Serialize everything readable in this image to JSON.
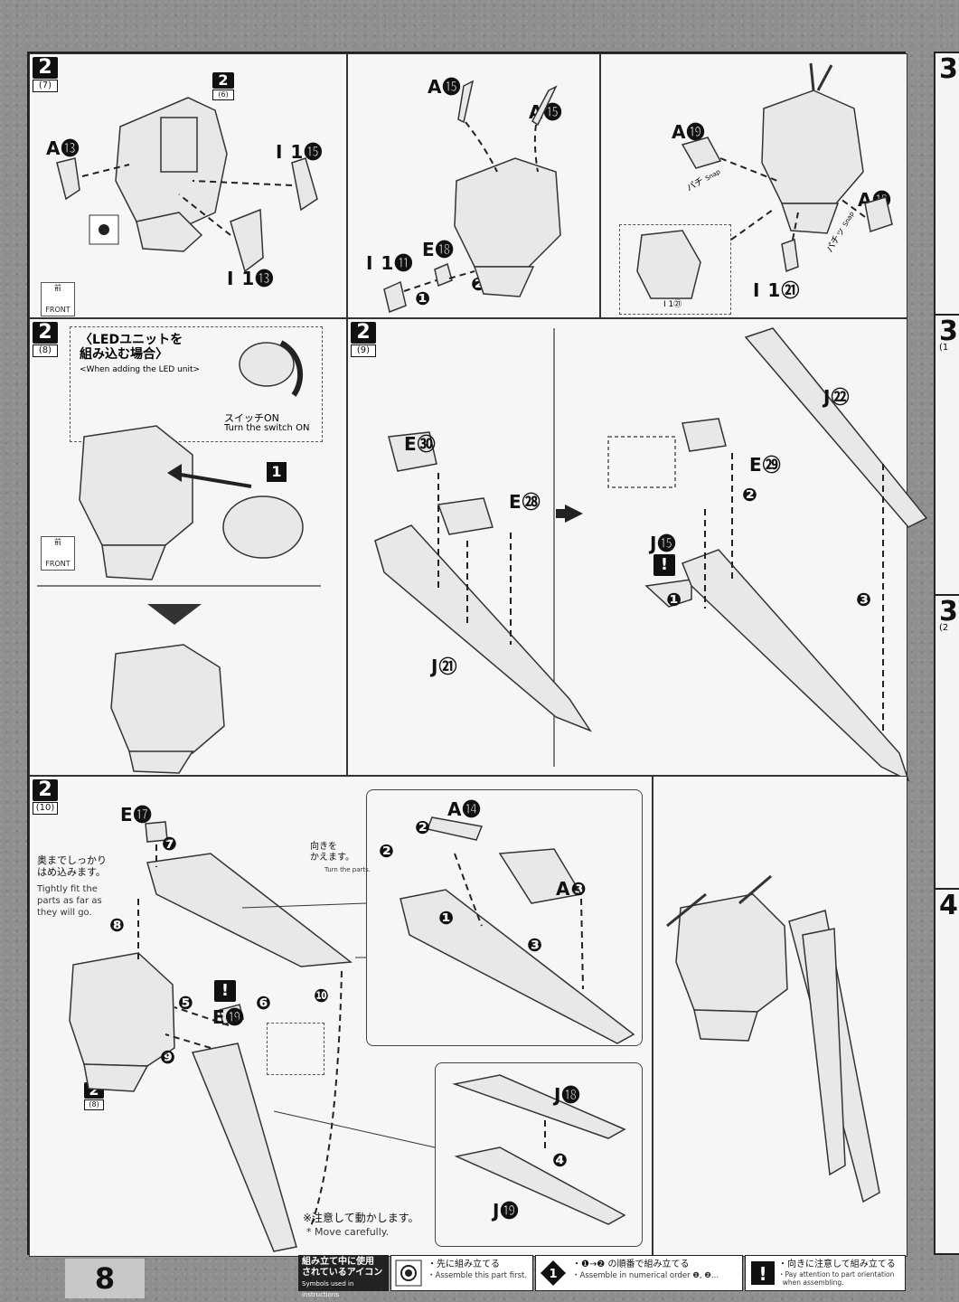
{
  "page_number": "8",
  "right_strip": {
    "steps": [
      "3",
      "3",
      "3",
      "4"
    ],
    "subs": [
      "",
      "(1",
      "(2",
      ""
    ]
  },
  "panels": {
    "s7": {
      "step": "2",
      "sub": "(7)",
      "ref_step": "2",
      "ref_sub": "(6)",
      "labels": {
        "a13": "A⓭",
        "i15": "I 1⓯",
        "i13": "I 1⓭"
      },
      "front": {
        "jp": "前",
        "en": "FRONT"
      }
    },
    "s7b": {
      "labels": {
        "a15_left": "A⓯",
        "a15_right": "A⓯",
        "e18": "E⓲",
        "i11": "I 1⓫"
      },
      "orders": [
        "❶",
        "❷"
      ]
    },
    "s7c": {
      "labels": {
        "a19": "A⓳",
        "a18": "A⓲",
        "i21": "I 1㉑",
        "i21_box": "I 1㉑"
      },
      "snap_left": {
        "jp": "パチ",
        "en": "Snap"
      },
      "snap_right": {
        "jp": "パチッ",
        "en": "Snap"
      }
    },
    "s8": {
      "step": "2",
      "sub": "(8)",
      "led_title_jp": "〈LEDユニットを\n組み込む場合〉",
      "led_title_en": "<When adding the LED unit>",
      "switch_jp": "スイッチON",
      "switch_en": "Turn the switch ON",
      "part_num": "1",
      "front": {
        "jp": "前",
        "en": "FRONT"
      }
    },
    "s9": {
      "step": "2",
      "sub": "(9)",
      "labels": {
        "e30": "E㉚",
        "e28": "E㉘",
        "j21": "J㉑",
        "j22": "J㉒",
        "e29": "E㉙",
        "j15": "J⓯"
      },
      "orders": [
        "❶",
        "❷",
        "❸"
      ],
      "warn": "!"
    },
    "s10": {
      "step": "2",
      "sub": "(10)",
      "labels": {
        "e17": "E⓱",
        "e19": "E⓳",
        "a14": "A⓮",
        "a3": "A❸",
        "j18": "J⓲",
        "j19": "J⓳"
      },
      "tight_jp": "奥までしっかり\nはめ込みます。",
      "tight_en": "Tightly fit the\nparts as far as\nthey will go.",
      "turn_jp": "向きを\nかえます。",
      "turn_en": "Turn the parts.",
      "careful_jp": "※注意して動かします。",
      "careful_en": "* Move carefully.",
      "ref_step": "2",
      "ref_sub": "(8)",
      "orders": [
        "❶",
        "❷",
        "❷",
        "❸",
        "❹",
        "❺",
        "❻",
        "❼",
        "❽",
        "❾",
        "❿"
      ],
      "warn": "!"
    }
  },
  "legend": {
    "title_jp": "組み立て中に使用\nされているアイコン",
    "title_en": "Symbols used in instructions",
    "items": [
      {
        "icon": "first-part-icon",
        "jp": "・先に組み立てる",
        "en": "・Assemble this part first."
      },
      {
        "icon": "numbered-order-icon",
        "jp": "・❶→❷ の順番で組み立てる",
        "en": "・Assemble in numerical order ❶, ❷..."
      },
      {
        "icon": "warning-icon",
        "jp": "・向きに注意して組み立てる",
        "en": "・Pay attention to part orientation\n  when assembling."
      }
    ]
  },
  "colors": {
    "ink": "#111111",
    "paper": "#f4f4f2",
    "background": "#8f8f8f"
  }
}
